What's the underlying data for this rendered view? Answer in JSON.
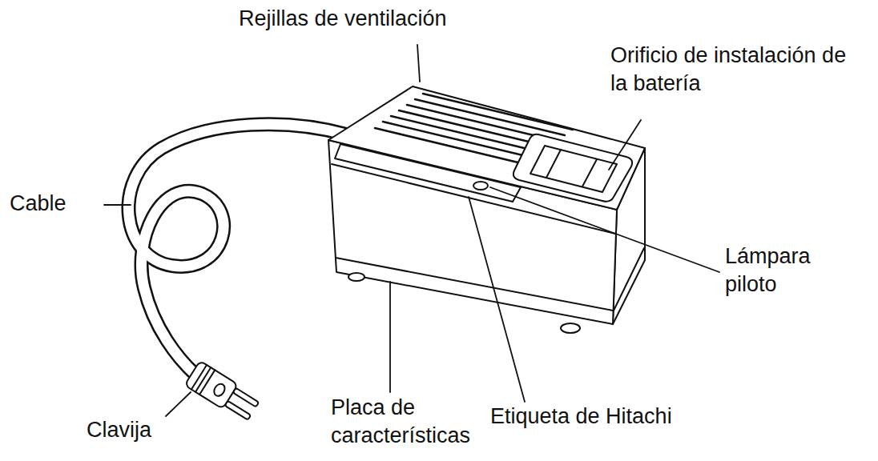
{
  "diagram": {
    "labels": [
      "Rejillas de ventilación",
      "Orificio de instalación de la batería",
      "Cable",
      "Lámpara piloto",
      "Clavija",
      "Placa de características",
      "Etiqueta de Hitachi"
    ]
  }
}
